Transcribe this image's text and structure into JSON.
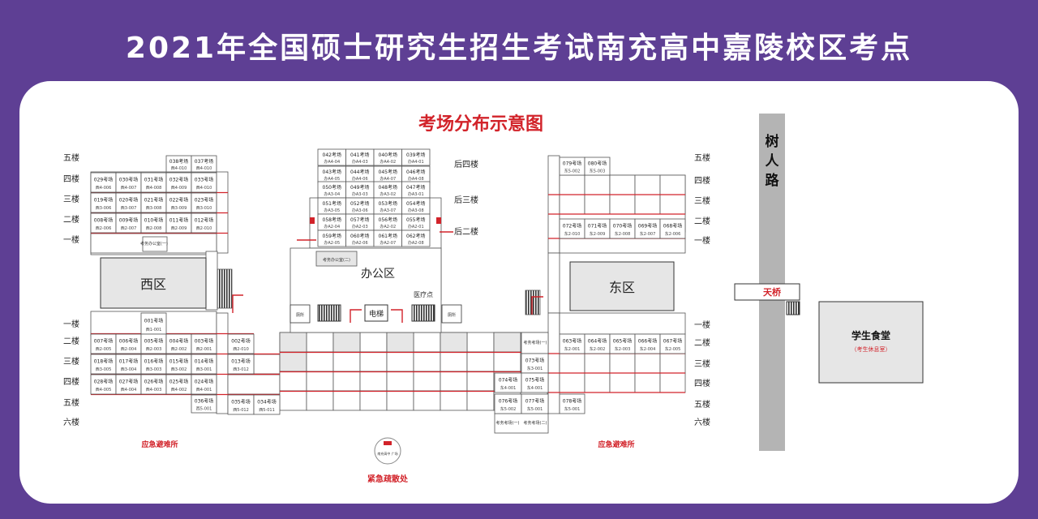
{
  "title": "2021年全国硕士研究生招生考试南充高中嘉陵校区考点",
  "subtitle": "考场分布示意图",
  "colors": {
    "background": "#5e3f94",
    "red": "#d2232a",
    "grid": "#555555",
    "zone": "#e6e6e6",
    "road": "#b4b4b4"
  },
  "labels": {
    "west_zone": "西区",
    "east_zone": "东区",
    "office_zone": "办公区",
    "elevator": "电梯",
    "road": "树人路",
    "bridge": "天桥",
    "canteen": "学生食堂",
    "canteen_sub": "（考生休息室）",
    "shelter_left": "应急避难所",
    "shelter_right": "应急避难所",
    "evac": "紧急疏散处",
    "medical": "医疗点",
    "exam_office": "考务办公室(二)",
    "west_office": "考务办公室(一)",
    "toilet": "厕所",
    "gate": "南充高中 广场"
  },
  "floor_labels": {
    "west_top": [
      "五楼",
      "四楼",
      "三楼",
      "二楼",
      "一楼"
    ],
    "west_bottom": [
      "一楼",
      "二楼",
      "三楼",
      "四楼",
      "五楼",
      "六楼"
    ],
    "east_top": [
      "五楼",
      "四楼",
      "三楼",
      "二楼",
      "一楼"
    ],
    "east_bottom": [
      "一楼",
      "二楼",
      "三楼",
      "四楼",
      "五楼",
      "六楼"
    ],
    "office": [
      "后四楼",
      "后三楼",
      "后二楼"
    ]
  },
  "rooms": {
    "west_top_row5": [
      [
        "038考场",
        "西4-010"
      ],
      [
        "037考场",
        "西4-010"
      ]
    ],
    "west_top_row4": [
      [
        "029考场",
        "西4-006"
      ],
      [
        "030考场",
        "西4-007"
      ],
      [
        "031考场",
        "西4-008"
      ],
      [
        "032考场",
        "西4-009"
      ],
      [
        "033考场",
        "西4-010"
      ]
    ],
    "west_top_row3": [
      [
        "019考场",
        "西3-006"
      ],
      [
        "020考场",
        "西3-007"
      ],
      [
        "021考场",
        "西3-008"
      ],
      [
        "022考场",
        "西3-009"
      ],
      [
        "023考场",
        "西3-010"
      ]
    ],
    "west_top_row2": [
      [
        "008考场",
        "西2-006"
      ],
      [
        "009考场",
        "西2-007"
      ],
      [
        "010考场",
        "西2-008"
      ],
      [
        "011考场",
        "西2-009"
      ],
      [
        "012考场",
        "西2-010"
      ]
    ],
    "west_bottom_row1": [
      [
        "001考场",
        "西1-001"
      ]
    ],
    "west_bottom_row2": [
      [
        "007考场",
        "西2-005"
      ],
      [
        "006考场",
        "西2-004"
      ],
      [
        "005考场",
        "西2-003"
      ],
      [
        "004考场",
        "西2-002"
      ],
      [
        "003考场",
        "西2-001"
      ],
      [
        "002考场",
        "西2-010"
      ]
    ],
    "west_bottom_row3": [
      [
        "018考场",
        "西3-005"
      ],
      [
        "017考场",
        "西3-004"
      ],
      [
        "016考场",
        "西3-003"
      ],
      [
        "015考场",
        "西3-002"
      ],
      [
        "014考场",
        "西3-001"
      ],
      [
        "013考场",
        "西3-012"
      ]
    ],
    "west_bottom_row4": [
      [
        "028考场",
        "西4-005"
      ],
      [
        "027考场",
        "西4-004"
      ],
      [
        "026考场",
        "西4-003"
      ],
      [
        "025考场",
        "西4-002"
      ],
      [
        "024考场",
        "西4-001"
      ]
    ],
    "west_bottom_row5": [
      [
        "036考场",
        "西5-001"
      ],
      [
        "035考场",
        "西5-012"
      ],
      [
        "034考场",
        "西5-011"
      ]
    ],
    "office_row1": [
      [
        "042考场",
        "办A4-04"
      ],
      [
        "041考场",
        "办A4-03"
      ],
      [
        "040考场",
        "办A4-02"
      ],
      [
        "039考场",
        "办A4-01"
      ]
    ],
    "office_row2": [
      [
        "043考场",
        "办A4-05"
      ],
      [
        "044考场",
        "办A4-06"
      ],
      [
        "045考场",
        "办A4-07"
      ],
      [
        "046考场",
        "办A4-08"
      ]
    ],
    "office_row3": [
      [
        "050考场",
        "办A3-04"
      ],
      [
        "049考场",
        "办A3-03"
      ],
      [
        "048考场",
        "办A3-02"
      ],
      [
        "047考场",
        "办A3-01"
      ]
    ],
    "office_row4": [
      [
        "051考场",
        "办A3-05"
      ],
      [
        "052考场",
        "办A3-06"
      ],
      [
        "053考场",
        "办A3-07"
      ],
      [
        "054考场",
        "办A3-08"
      ]
    ],
    "office_row5": [
      [
        "058考场",
        "办A2-04"
      ],
      [
        "057考场",
        "办A2-03"
      ],
      [
        "056考场",
        "办A2-02"
      ],
      [
        "055考场",
        "办A2-01"
      ]
    ],
    "office_row6": [
      [
        "059考场",
        "办A2-05"
      ],
      [
        "060考场",
        "办A2-06"
      ],
      [
        "061考场",
        "办A2-07"
      ],
      [
        "062考场",
        "办A2-08"
      ]
    ],
    "east_top_row5": [
      [
        "079考场",
        "东5-002"
      ],
      [
        "080考场",
        "东5-003"
      ]
    ],
    "east_top_row2": [
      [
        "072考场",
        "东2-010"
      ],
      [
        "071考场",
        "东2-009"
      ],
      [
        "070考场",
        "东2-008"
      ],
      [
        "069考场",
        "东2-007"
      ],
      [
        "068考场",
        "东2-006"
      ]
    ],
    "east_bottom_row2": [
      [
        "063考场",
        "东2-001"
      ],
      [
        "064考场",
        "东2-002"
      ],
      [
        "065考场",
        "东2-003"
      ],
      [
        "066考场",
        "东2-004"
      ],
      [
        "067考场",
        "东2-005"
      ]
    ],
    "east_mid": [
      [
        "073考场",
        "东3-001"
      ],
      [
        "074考场",
        "东4-001"
      ],
      [
        "075考场",
        "东4-001"
      ],
      [
        "076考场",
        "东5-002"
      ],
      [
        "077考场",
        "东5-001"
      ],
      [
        "078考场",
        "东5-001"
      ]
    ],
    "east_office": [
      "考务考场(一)",
      "考务考场(二)"
    ]
  }
}
